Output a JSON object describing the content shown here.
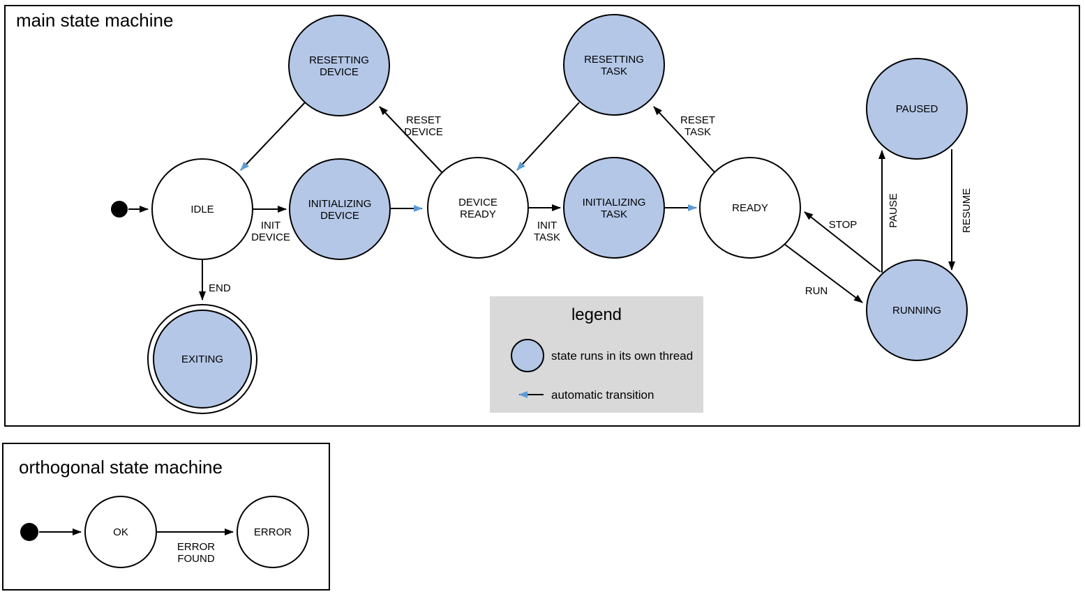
{
  "colors": {
    "state_fill": "#b4c7e7",
    "automatic_transition": "#5b9bd5",
    "legend_background": "#d9d9d9",
    "outline": "#000000"
  },
  "main_machine": {
    "title": "main state machine",
    "states": {
      "idle": {
        "label": "IDLE"
      },
      "initializing_device": {
        "line1": "INITIALIZING",
        "line2": "DEVICE"
      },
      "device_ready": {
        "line1": "DEVICE",
        "line2": "READY"
      },
      "initializing_task": {
        "line1": "INITIALIZING",
        "line2": "TASK"
      },
      "ready": {
        "label": "READY"
      },
      "resetting_device": {
        "line1": "RESETTING",
        "line2": "DEVICE"
      },
      "resetting_task": {
        "line1": "RESETTING",
        "line2": "TASK"
      },
      "paused": {
        "label": "PAUSED"
      },
      "running": {
        "label": "RUNNING"
      },
      "exiting": {
        "label": "EXITING"
      }
    },
    "transitions": {
      "init_device": {
        "line1": "INIT",
        "line2": "DEVICE"
      },
      "reset_device": {
        "line1": "RESET",
        "line2": "DEVICE"
      },
      "init_task": {
        "line1": "INIT",
        "line2": "TASK"
      },
      "reset_task": {
        "line1": "RESET",
        "line2": "TASK"
      },
      "stop": {
        "label": "STOP"
      },
      "run": {
        "label": "RUN"
      },
      "pause": {
        "label": "PAUSE"
      },
      "resume": {
        "label": "RESUME"
      },
      "end": {
        "label": "END"
      }
    }
  },
  "legend": {
    "title": "legend",
    "threaded_state_label": "state runs in its own thread",
    "automatic_transition_label": "automatic transition"
  },
  "orthogonal_machine": {
    "title": "orthogonal state machine",
    "states": {
      "ok": {
        "label": "OK"
      },
      "error": {
        "label": "ERROR"
      }
    },
    "transitions": {
      "error_found": {
        "line1": "ERROR",
        "line2": "FOUND"
      }
    }
  }
}
